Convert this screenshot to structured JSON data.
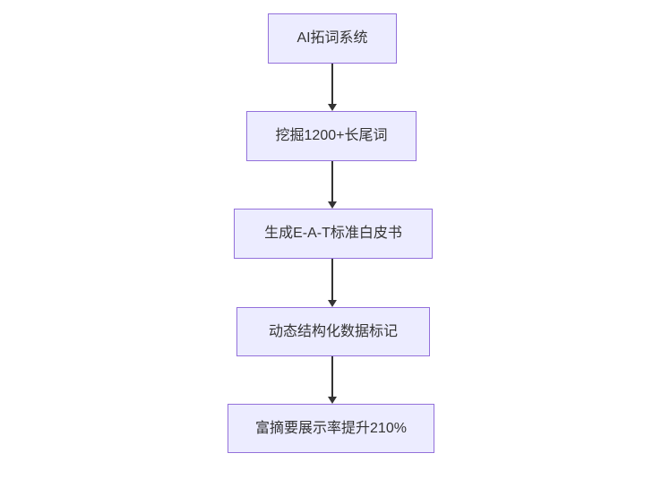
{
  "diagram": {
    "type": "flowchart",
    "direction": "top-down",
    "nodes": [
      {
        "id": "node-1",
        "label": "AI拓词系统"
      },
      {
        "id": "node-2",
        "label": "挖掘1200+长尾词"
      },
      {
        "id": "node-3",
        "label": "生成E-A-T标准白皮书"
      },
      {
        "id": "node-4",
        "label": "动态结构化数据标记"
      },
      {
        "id": "node-5",
        "label": "富摘要展示率提升210%"
      }
    ],
    "edges": [
      {
        "from": "node-1",
        "to": "node-2",
        "label": ""
      },
      {
        "from": "node-2",
        "to": "node-3",
        "label": ""
      },
      {
        "from": "node-3",
        "to": "node-4",
        "label": ""
      },
      {
        "from": "node-4",
        "to": "node-5",
        "label": ""
      }
    ]
  },
  "colors": {
    "node_fill": "#ECECFF",
    "node_border": "#9370DB",
    "edge_line": "#333333",
    "text": "#333333",
    "background": "#ffffff"
  }
}
